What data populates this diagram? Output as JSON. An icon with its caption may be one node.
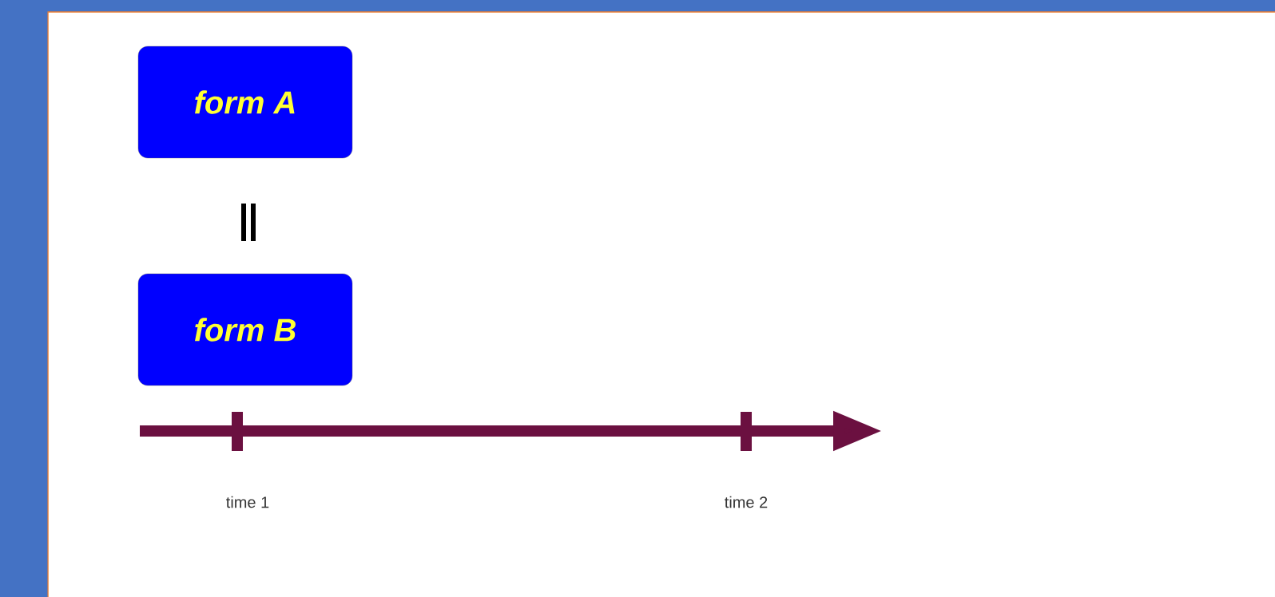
{
  "diagram": {
    "nodes": [
      {
        "text": [
          "form A"
        ]
      },
      {
        "text": [
          "form B"
        ]
      }
    ],
    "labels": [
      "time 1",
      "time 2"
    ]
  }
}
